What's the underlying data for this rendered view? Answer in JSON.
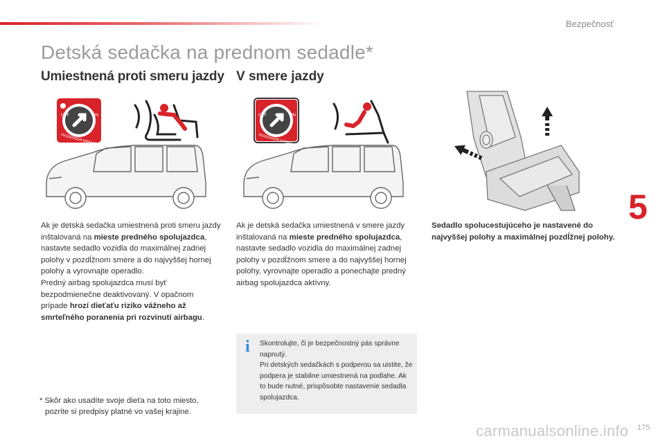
{
  "header": {
    "section": "Bezpečnosť"
  },
  "title": "Detská sedačka na prednom sedadle*",
  "left": {
    "heading": "Umiestnená proti smeru jazdy",
    "p1_a": "Ak je detská sedačka umiestnená proti smeru jazdy inštalovaná na ",
    "p1_b": "mieste predného spolujazdca",
    "p1_c": ", nastavte sedadlo vozidla do maximálnej zadnej polohy v pozdĺžnom smere a do najvyššej hornej polohy a vyrovnajte operadlo.",
    "p2_a": "Predný airbag spolujazdca musí byť bezpodmienečne deaktivovaný. V opačnom prípade ",
    "p2_b": "hrozí dieťaťu riziko vážneho až smrteľného poranenia pri rozvinutí airbagu",
    "p2_c": "."
  },
  "middle": {
    "heading": "V smere jazdy",
    "p1_a": "Ak je detská sedačka umiestnená v smere jazdy inštalovaná na ",
    "p1_b": "mieste predného spolujazdca",
    "p1_c": ", nastavte sedadlo vozidla do maximálnej zadnej polohy v pozdĺžnom smere a do najvyššej hornej polohy, vyrovnajte operadlo a ponechajte predný airbag spolujazdca aktívny."
  },
  "right": {
    "caption": "Sedadlo spolucestujúceho je nastavené do najvyššej polohy a maximálnej pozdĺžnej polohy."
  },
  "airbag_label": {
    "off": "OFF",
    "on": "ON",
    "text": "PASSENGER AIRBAG"
  },
  "info": {
    "icon": "i",
    "line1": "Skontrolujte, či je bezpečnostný pás správne napnutý.",
    "line2": "Pri detských sedačkách s podperou sa uistite, že podpera je stabilne umiestnená na podlahe. Ak to bude nutné, prispôsobte nastavenie sedadla spolujazdca."
  },
  "footnote": {
    "line1": "* Skôr ako usadíte svoje dieťa na toto miesto,",
    "line2": "pozrite si predpisy platné vo vašej krajine."
  },
  "chapter": "5",
  "page_number": "175",
  "watermark": "carmanualsonline.info",
  "colors": {
    "accent": "#d8232a",
    "info_icon": "#2f8cdc",
    "infobox_bg": "#eeeeee"
  }
}
